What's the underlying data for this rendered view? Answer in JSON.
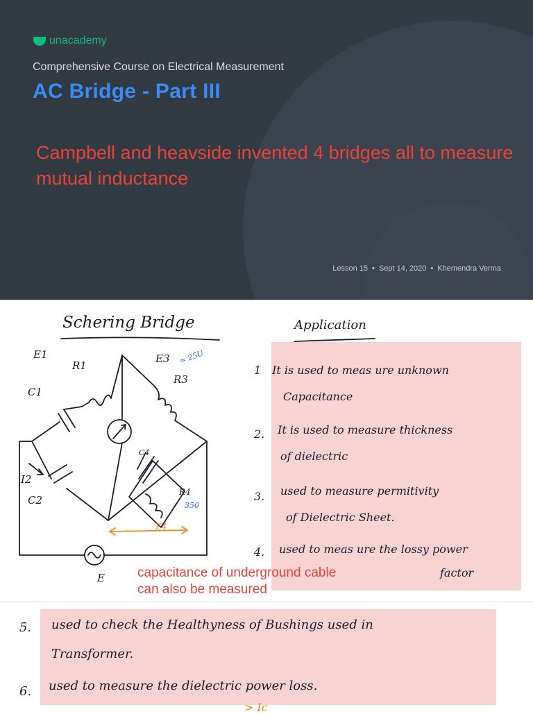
{
  "slide": {
    "brand": "unacademy",
    "course": "Comprehensive Course on Electrical Measurement",
    "title": "AC Bridge - Part III",
    "note": "Campbell and heavside invented 4 bridges all to measure mutual inductance",
    "meta": {
      "lesson": "Lesson 15",
      "date": "Sept 14, 2020",
      "author": "Khemendra Verma",
      "separator": "•"
    }
  },
  "board": {
    "diagram_title": "Schering Bridge",
    "labels": {
      "e1": "E1",
      "e3": "E3",
      "e3_value": "= 25U",
      "r1": "R1",
      "r3": "R3",
      "c1": "C1",
      "c2": "C2",
      "c4": "C4",
      "r4": "R4",
      "r4_value": "350",
      "i2": "I2",
      "e4": "E4",
      "source": "E"
    },
    "applications_title": "Application",
    "applications": [
      {
        "num": "1",
        "line1": "It is used to meas ure unknown",
        "line2": "Capacitance"
      },
      {
        "num": "2.",
        "line1": "It is used to measure thickness",
        "line2": "of dielectric"
      },
      {
        "num": "3.",
        "line1": "used to measure permitivity",
        "line2": "of Dielectric Sheet."
      },
      {
        "num": "4.",
        "line1": "used to meas ure the lossy power",
        "line2": "factor"
      }
    ],
    "applications_more": [
      {
        "num": "5.",
        "line1": "used to check the Healthyness of Bushings used in",
        "line2": "Transformer."
      },
      {
        "num": "6.",
        "line1": "used to measure the dielectric power loss.",
        "line2": ""
      }
    ],
    "cap_note_line1": "capacitance of underground cable",
    "cap_note_line2": "can also be measured",
    "bottom_fragment": "> Ic"
  },
  "colors": {
    "slide_bg": "#323a44",
    "brand_green": "#08bd80",
    "title_blue": "#3b8cf2",
    "note_red": "#e8433a",
    "highlight_pink": "#f7d4d1"
  }
}
